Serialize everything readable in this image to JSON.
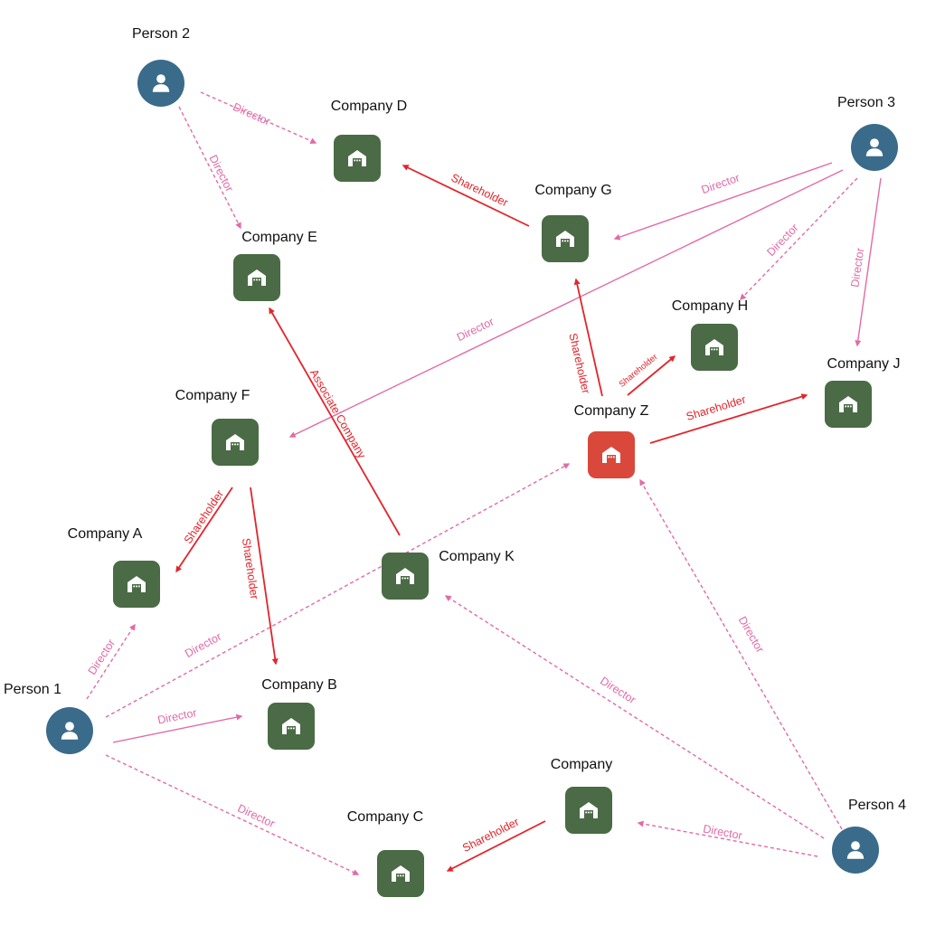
{
  "colors": {
    "person": "#3a6b8a",
    "company": "#4a6b45",
    "company_focus": "#d9483b",
    "shareholder": "#e3242b",
    "director": "#e26aa6",
    "icon": "#ffffff"
  },
  "nodes": [
    {
      "id": "person2",
      "kind": "person",
      "label": "Person 2"
    },
    {
      "id": "person3",
      "kind": "person",
      "label": "Person 3"
    },
    {
      "id": "person1",
      "kind": "person",
      "label": "Person 1"
    },
    {
      "id": "person4",
      "kind": "person",
      "label": "Person 4"
    },
    {
      "id": "companyD",
      "kind": "company",
      "label": "Company D"
    },
    {
      "id": "companyE",
      "kind": "company",
      "label": "Company E"
    },
    {
      "id": "companyG",
      "kind": "company",
      "label": "Company G"
    },
    {
      "id": "companyH",
      "kind": "company",
      "label": "Company H"
    },
    {
      "id": "companyJ",
      "kind": "company",
      "label": "Company J"
    },
    {
      "id": "companyF",
      "kind": "company",
      "label": "Company F"
    },
    {
      "id": "companyZ",
      "kind": "company-focus",
      "label": "Company Z"
    },
    {
      "id": "companyA",
      "kind": "company",
      "label": "Company A"
    },
    {
      "id": "companyK",
      "kind": "company",
      "label": "Company K"
    },
    {
      "id": "companyB",
      "kind": "company",
      "label": "Company B"
    },
    {
      "id": "company",
      "kind": "company",
      "label": "Company"
    },
    {
      "id": "companyC",
      "kind": "company",
      "label": "Company C"
    }
  ],
  "edges": [
    {
      "id": "p2-d",
      "label": "Director",
      "type": "director-dashed"
    },
    {
      "id": "p2-e",
      "label": "Director",
      "type": "director-dashed"
    },
    {
      "id": "g-d",
      "label": "Shareholder",
      "type": "shareholder"
    },
    {
      "id": "p3-g",
      "label": "Director",
      "type": "director-solid"
    },
    {
      "id": "p3-h",
      "label": "Director",
      "type": "director-dashed"
    },
    {
      "id": "p3-j",
      "label": "Director",
      "type": "director-solid"
    },
    {
      "id": "p3-f",
      "label": "Director",
      "type": "director-solid"
    },
    {
      "id": "z-g",
      "label": "Shareholder",
      "type": "shareholder"
    },
    {
      "id": "z-h",
      "label": "Shareholder",
      "type": "shareholder"
    },
    {
      "id": "z-j",
      "label": "Shareholder",
      "type": "shareholder"
    },
    {
      "id": "k-e",
      "label": "Associate Company",
      "type": "shareholder"
    },
    {
      "id": "f-a",
      "label": "Shareholder",
      "type": "shareholder"
    },
    {
      "id": "f-b",
      "label": "Shareholder",
      "type": "shareholder"
    },
    {
      "id": "p1-a",
      "label": "Director",
      "type": "director-dashed"
    },
    {
      "id": "p1-z",
      "label": "Director",
      "type": "director-dashed"
    },
    {
      "id": "p1-b",
      "label": "Director",
      "type": "director-solid"
    },
    {
      "id": "p1-c",
      "label": "Director",
      "type": "director-dashed"
    },
    {
      "id": "p4-z",
      "label": "Director",
      "type": "director-dashed"
    },
    {
      "id": "p4-k",
      "label": "Director",
      "type": "director-dashed"
    },
    {
      "id": "p4-co",
      "label": "Director",
      "type": "director-dashed"
    },
    {
      "id": "co-c",
      "label": "Shareholder",
      "type": "shareholder"
    }
  ]
}
